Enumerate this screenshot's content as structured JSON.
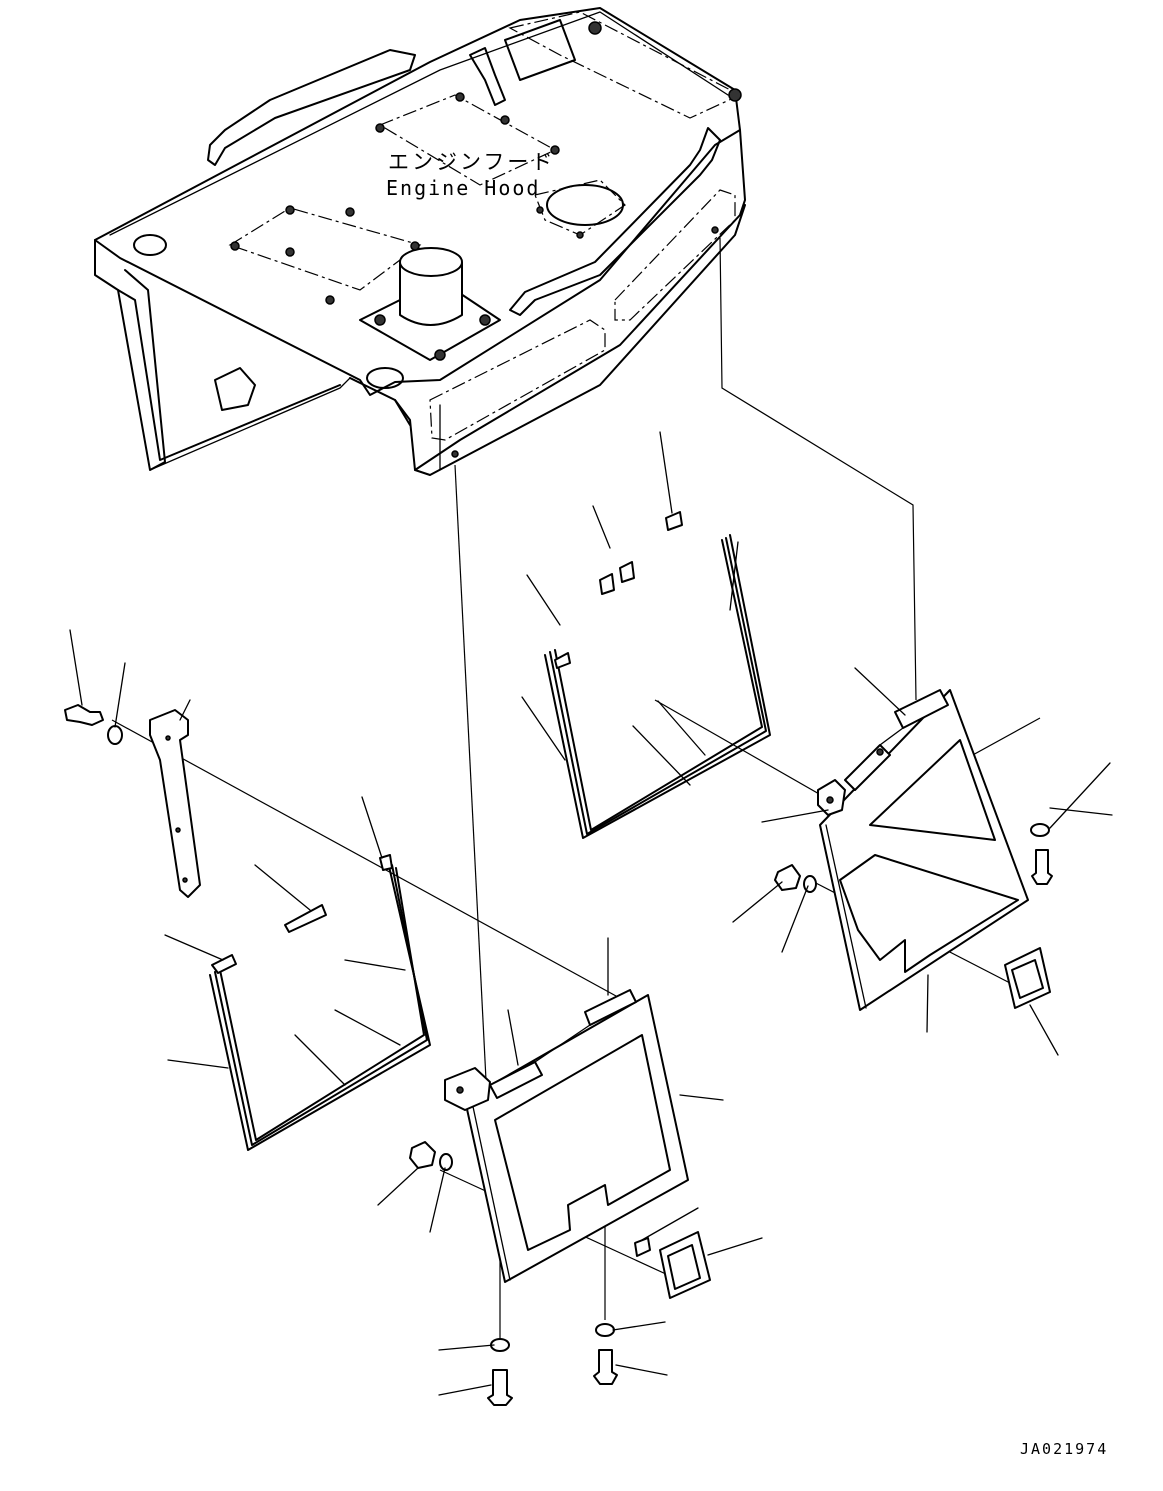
{
  "labels": {
    "engine_hood_jp": "エンジンフード",
    "engine_hood_en": "Engine Hood",
    "drawing_code": "JA021974"
  },
  "colors": {
    "line": "#000000",
    "background": "#ffffff"
  },
  "icons": [
    "engine-hood-frame",
    "hinge-icon",
    "bolt-icon",
    "washer-icon",
    "nut-icon",
    "latch-icon",
    "seal-strip-icon"
  ]
}
